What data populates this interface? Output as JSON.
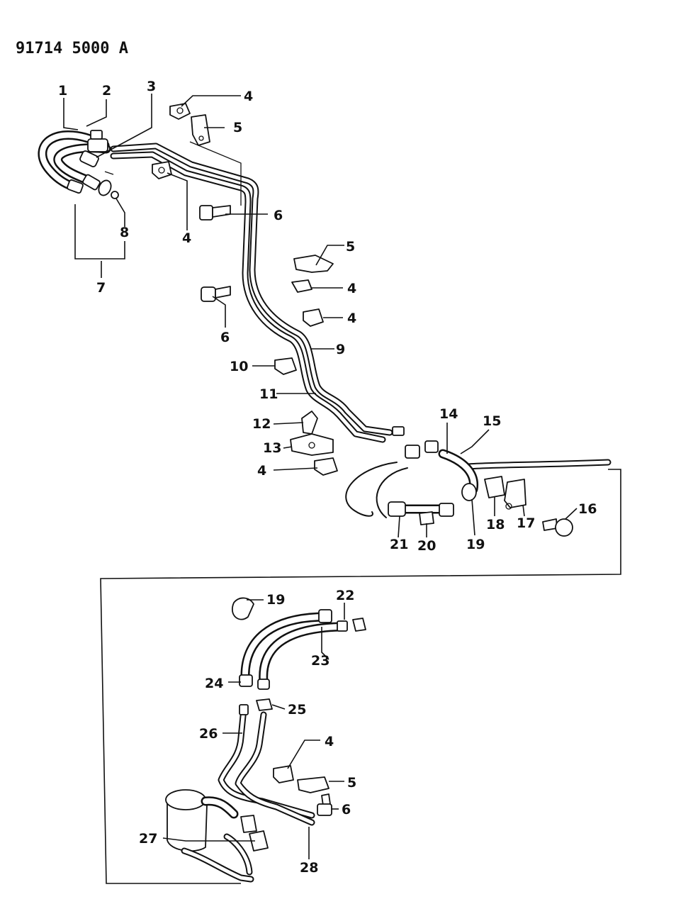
{
  "document_id": "91714 5000  A",
  "callouts": {
    "c1": "1",
    "c2": "2",
    "c3": "3",
    "c4a": "4",
    "c5a": "5",
    "c4b": "4",
    "c6a": "6",
    "c8": "8",
    "c7": "7",
    "c5b": "5",
    "c4c": "4",
    "c4d": "4",
    "c6b": "6",
    "c9": "9",
    "c10": "10",
    "c11": "11",
    "c12": "12",
    "c13": "13",
    "c4e": "4",
    "c14": "14",
    "c15": "15",
    "c16": "16",
    "c17": "17",
    "c18": "18",
    "c19a": "19",
    "c20": "20",
    "c21": "21",
    "c19b": "19",
    "c22": "22",
    "c23": "23",
    "c24": "24",
    "c25": "25",
    "c26": "26",
    "c4f": "4",
    "c5c": "5",
    "c6c": "6",
    "c27": "27",
    "c28": "28"
  }
}
